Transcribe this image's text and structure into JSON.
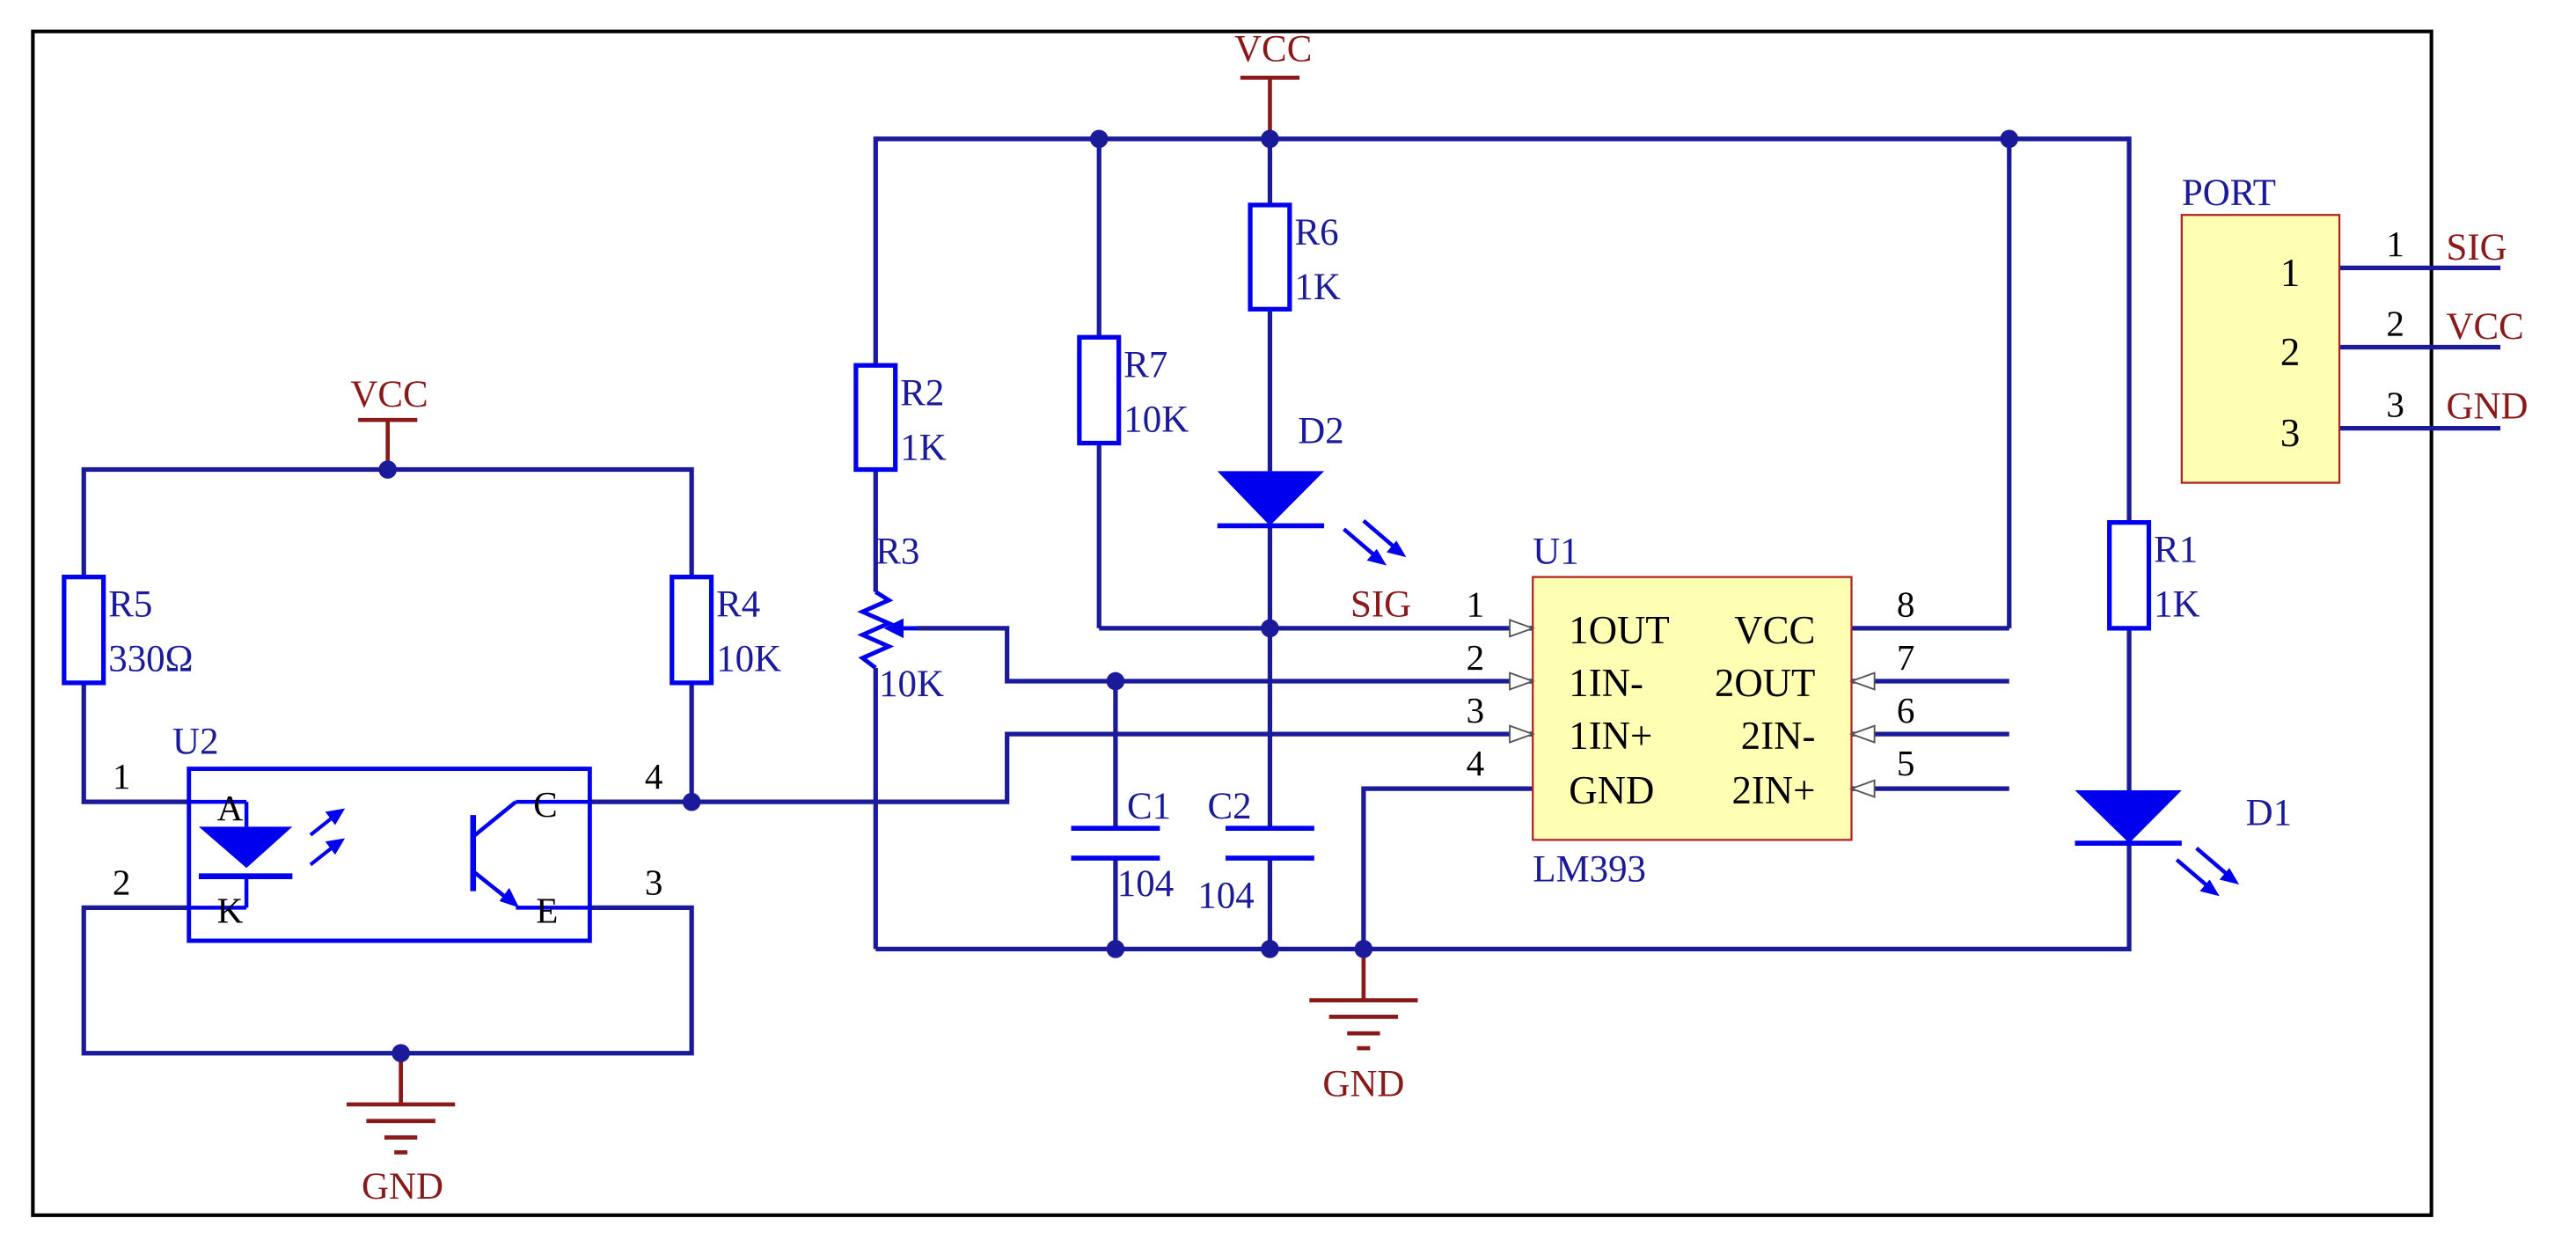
{
  "power": {
    "vcc": "VCC",
    "gnd": "GND"
  },
  "nets": {
    "sig": "SIG"
  },
  "parts": {
    "r1": {
      "ref": "R1",
      "value": "1K"
    },
    "r2": {
      "ref": "R2",
      "value": "1K"
    },
    "r3": {
      "ref": "R3",
      "value": "10K"
    },
    "r4": {
      "ref": "R4",
      "value": "10K"
    },
    "r5": {
      "ref": "R5",
      "value": "330Ω"
    },
    "r6": {
      "ref": "R6",
      "value": "1K"
    },
    "r7": {
      "ref": "R7",
      "value": "10K"
    },
    "c1": {
      "ref": "C1",
      "value": "104"
    },
    "c2": {
      "ref": "C2",
      "value": "104"
    },
    "d1": {
      "ref": "D1"
    },
    "d2": {
      "ref": "D2"
    },
    "u1": {
      "ref": "U1",
      "value": "LM393",
      "left_pins": [
        "1OUT",
        "1IN-",
        "1IN+",
        "GND"
      ],
      "right_pins": [
        "VCC",
        "2OUT",
        "2IN-",
        "2IN+"
      ],
      "left_nums": [
        "1",
        "2",
        "3",
        "4"
      ],
      "right_nums": [
        "8",
        "7",
        "6",
        "5"
      ]
    },
    "u2": {
      "ref": "U2",
      "anode": "A",
      "cathode": "K",
      "collector": "C",
      "emitter": "E",
      "pin_nums": [
        "1",
        "2",
        "3",
        "4"
      ]
    },
    "port": {
      "ref": "PORT",
      "pins": [
        "1",
        "2",
        "3"
      ],
      "pin_nums": [
        "1",
        "2",
        "3"
      ],
      "nets": [
        "SIG",
        "VCC",
        "GND"
      ]
    }
  },
  "colors": {
    "wire": "#1a1a9a",
    "component": "#0000ee",
    "power": "#8a1a1a",
    "ic_fill": "#ffffb4",
    "ic_border": "#b22222",
    "frame": "#000000"
  }
}
